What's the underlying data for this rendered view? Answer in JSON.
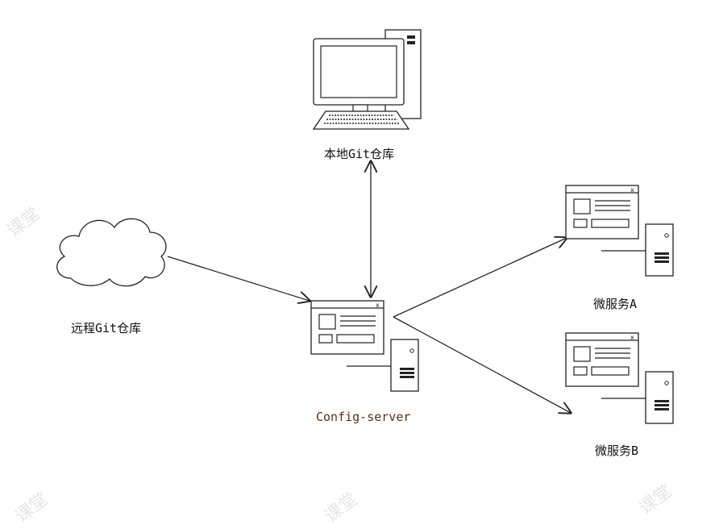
{
  "nodes": {
    "local_repo": {
      "label": "本地Git仓库",
      "icon": "desktop-computer-icon"
    },
    "remote_repo": {
      "label": "远程Git仓库",
      "icon": "cloud-icon"
    },
    "config_server": {
      "label": "Config-server",
      "icon": "server-window-icon"
    },
    "service_a": {
      "label": "微服务A",
      "icon": "server-window-icon"
    },
    "service_b": {
      "label": "微服务B",
      "icon": "server-window-icon"
    }
  },
  "edges": [
    {
      "from": "remote_repo",
      "to": "config_server",
      "direction": "forward"
    },
    {
      "from": "config_server",
      "to": "local_repo",
      "direction": "both"
    },
    {
      "from": "config_server",
      "to": "service_a",
      "direction": "forward"
    },
    {
      "from": "config_server",
      "to": "service_b",
      "direction": "forward"
    }
  ],
  "watermark": {
    "text": "课堂"
  },
  "colors": {
    "line": "#222222",
    "label_accent": "#5a2c1c",
    "watermark": "#d4d4d4"
  }
}
